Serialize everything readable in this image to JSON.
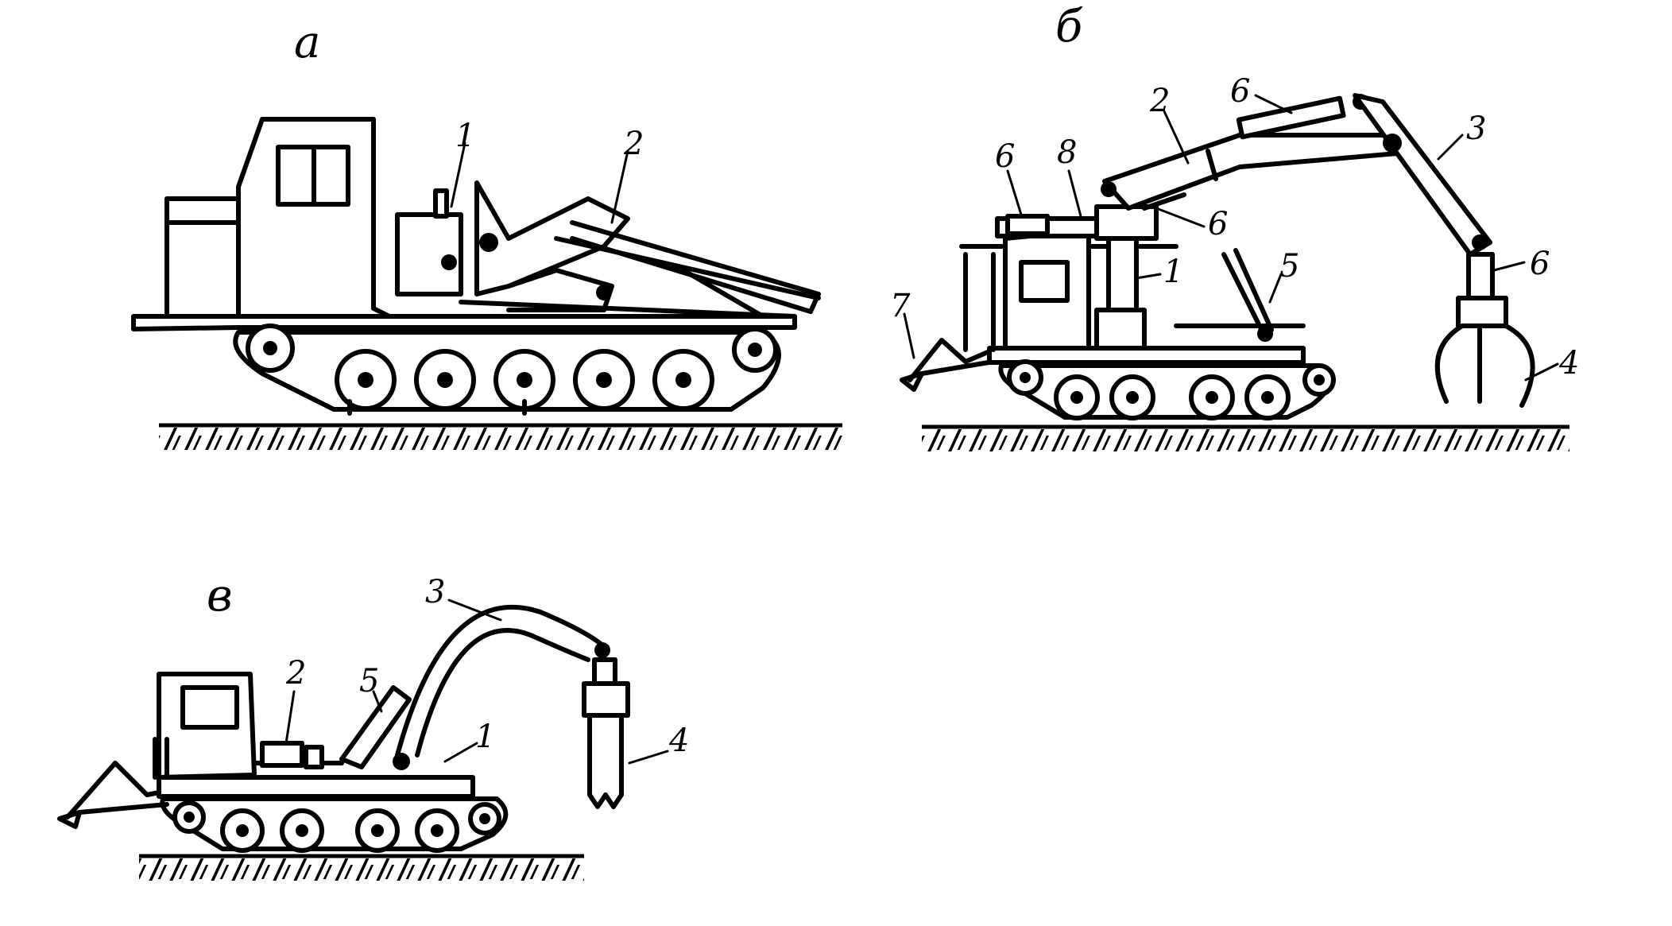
{
  "panels": {
    "a": {
      "letter": "a",
      "callouts": [
        "1",
        "2"
      ]
    },
    "b": {
      "letter": "б",
      "callouts": [
        "2",
        "6",
        "3",
        "6",
        "8",
        "6",
        "6",
        "1",
        "5",
        "7",
        "4"
      ]
    },
    "v": {
      "letter": "в",
      "callouts": [
        "3",
        "2",
        "5",
        "1",
        "4"
      ]
    }
  }
}
